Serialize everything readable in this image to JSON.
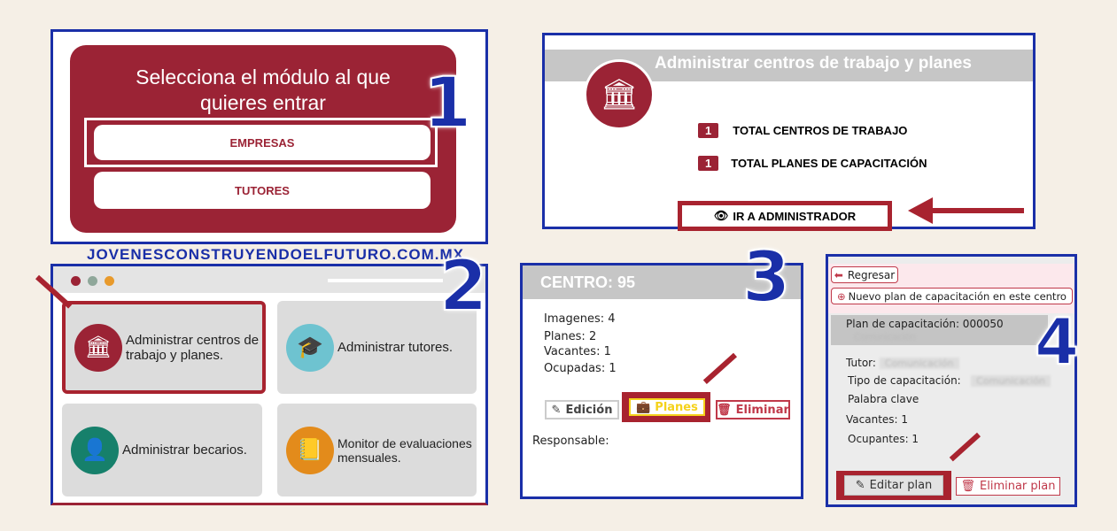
{
  "step_numbers": [
    "1",
    "2",
    "3",
    "4"
  ],
  "panel1": {
    "title": "Selecciona el módulo al que quieres entrar",
    "buttons": [
      "EMPRESAS",
      "TUTORES"
    ]
  },
  "website": "JOVENESCONSTRUYENDOELFUTURO.COM.MX",
  "panel2": {
    "cards": [
      {
        "label": "Administrar centros de trabajo y planes.",
        "icon": "bank-icon",
        "color": "#9b2335"
      },
      {
        "label": "Administrar tutores.",
        "icon": "graduate-icon",
        "color": "#6ec3d0"
      },
      {
        "label": "Administrar becarios.",
        "icon": "presentation-icon",
        "color": "#16806b"
      },
      {
        "label": "Monitor de evaluaciones mensuales.",
        "icon": "notebook-icon",
        "color": "#e38b1b"
      }
    ]
  },
  "panel_admin": {
    "title": "Administrar centros de trabajo y planes",
    "rows": [
      {
        "count": "1",
        "label": "TOTAL CENTROS DE TRABAJO"
      },
      {
        "count": "1",
        "label": "TOTAL PLANES DE CAPACITACIÓN"
      }
    ],
    "button": "IR A ADMINISTRADOR"
  },
  "panel3": {
    "title": "CENTRO: 95",
    "stats": [
      "Imagenes: 4",
      "Planes: 2",
      "Vacantes: 1",
      "Ocupadas: 1"
    ],
    "buttons": {
      "edit": "Edición",
      "plans": "Planes",
      "delete": "Eliminar"
    },
    "responsable": "Responsable:"
  },
  "panel4": {
    "back": "Regresar",
    "new_plan": "Nuevo plan de capacitación en este centro",
    "plan_title": "Plan de capacitación: 000050",
    "blurred": "Comunicación",
    "tutor": "Tutor:",
    "tipo": "Tipo de capacitación:",
    "palabra": "Palabra clave",
    "vacantes": "Vacantes: 1",
    "ocupantes": "Ocupantes: 1",
    "edit": "Editar plan",
    "delete": "Eliminar plan"
  },
  "colors": {
    "maroon": "#9b2335",
    "blue": "#1a2fa8"
  }
}
